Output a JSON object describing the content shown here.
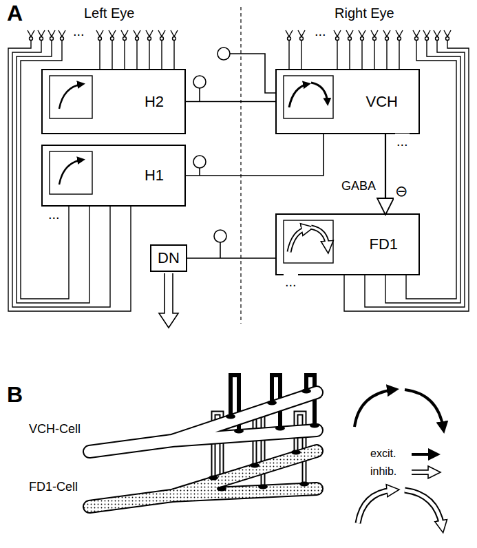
{
  "diagram": {
    "nodes": [
      {
        "text": [
          "H2"
        ]
      },
      {
        "text": [
          "VCH"
        ]
      },
      {
        "text": [
          "H1"
        ]
      },
      {
        "text": [
          "FD1"
        ]
      },
      {
        "text": [
          "DN"
        ]
      }
    ],
    "edges": [
      {
        "from": 0,
        "to": 1,
        "arrow": "none"
      },
      {
        "from": 2,
        "to": 1,
        "arrow": "none"
      },
      {
        "from": 1,
        "to": 3,
        "arrow": "to",
        "label": "GABA"
      },
      {
        "from": 3,
        "to": 4,
        "arrow": "none"
      }
    ],
    "labels": [
      "A",
      "Left Eye",
      "Right Eye",
      "...",
      "...",
      "...",
      "...",
      "...",
      "⊖",
      "B",
      "VCH-Cell",
      "FD1-Cell",
      "excit.",
      "inhib."
    ]
  }
}
